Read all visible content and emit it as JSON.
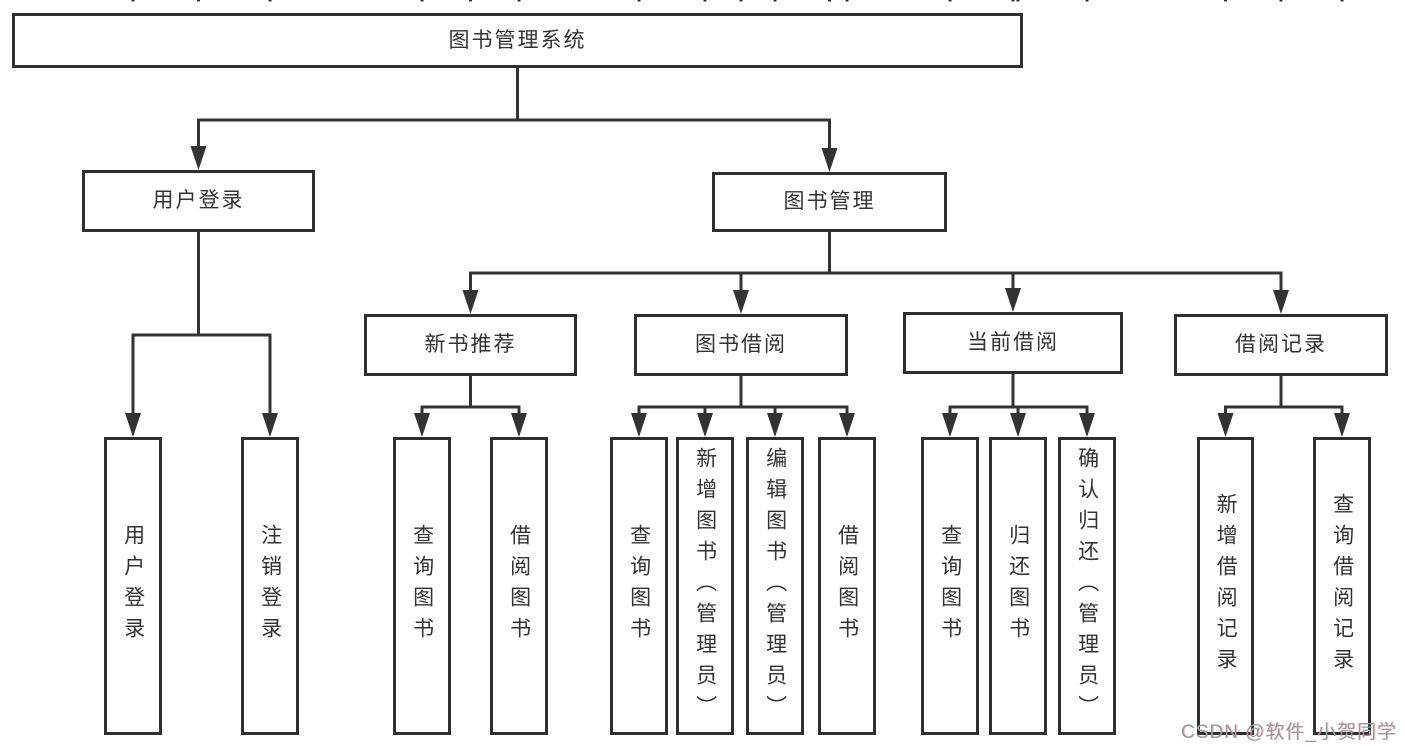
{
  "diagram": {
    "title": "图书管理系统",
    "line_color": "#333333",
    "box_border_color": "#2f2f2f",
    "text_color": "#333333",
    "watermark": "CSDN @软件_小贺同学",
    "watermark_color": "#9a9a9a",
    "nodes": [
      {
        "id": "root",
        "label": "图书管理系统",
        "parent": null,
        "vertical": false
      },
      {
        "id": "user-login",
        "label": "用户登录",
        "parent": "root",
        "vertical": false
      },
      {
        "id": "book-mgmt",
        "label": "图书管理",
        "parent": "root",
        "vertical": false
      },
      {
        "id": "new-book-rec",
        "label": "新书推荐",
        "parent": "book-mgmt",
        "vertical": false
      },
      {
        "id": "book-borrow",
        "label": "图书借阅",
        "parent": "book-mgmt",
        "vertical": false
      },
      {
        "id": "current-borrow",
        "label": "当前借阅",
        "parent": "book-mgmt",
        "vertical": false
      },
      {
        "id": "borrow-records",
        "label": "借阅记录",
        "parent": "book-mgmt",
        "vertical": false
      },
      {
        "id": "user-login-leaf",
        "label": "用户登录",
        "parent": "user-login",
        "vertical": true
      },
      {
        "id": "logout-leaf",
        "label": "注销登录",
        "parent": "user-login",
        "vertical": true
      },
      {
        "id": "query-book-1",
        "label": "查询图书",
        "parent": "new-book-rec",
        "vertical": true
      },
      {
        "id": "borrow-book-1",
        "label": "借阅图书",
        "parent": "new-book-rec",
        "vertical": true
      },
      {
        "id": "query-book-2",
        "label": "查询图书",
        "parent": "book-borrow",
        "vertical": true
      },
      {
        "id": "add-book",
        "label": "新增图书（管理员）",
        "parent": "book-borrow",
        "vertical": true
      },
      {
        "id": "edit-book",
        "label": "编辑图书（管理员）",
        "parent": "book-borrow",
        "vertical": true
      },
      {
        "id": "borrow-book-2",
        "label": "借阅图书",
        "parent": "book-borrow",
        "vertical": true
      },
      {
        "id": "query-book-3",
        "label": "查询图书",
        "parent": "current-borrow",
        "vertical": true
      },
      {
        "id": "return-book",
        "label": "归还图书",
        "parent": "current-borrow",
        "vertical": true
      },
      {
        "id": "confirm-return",
        "label": "确认归还（管理员）",
        "parent": "current-borrow",
        "vertical": true
      },
      {
        "id": "add-borrow-record",
        "label": "新增借阅记录",
        "parent": "borrow-records",
        "vertical": true
      },
      {
        "id": "query-borrow-record",
        "label": "查询借阅记录",
        "parent": "borrow-records",
        "vertical": true
      }
    ]
  }
}
